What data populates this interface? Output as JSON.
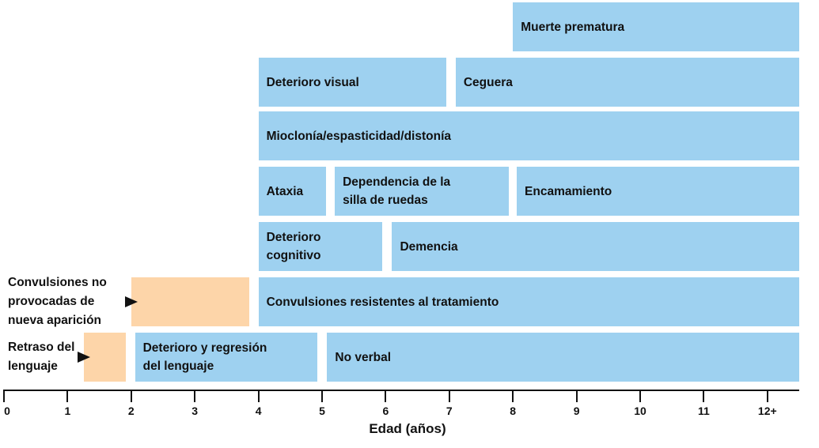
{
  "chart_data": {
    "type": "timeline",
    "xlabel": "Edad (años)",
    "ticks": [
      "0",
      "1",
      "2",
      "3",
      "4",
      "5",
      "6",
      "7",
      "8",
      "9",
      "10",
      "11",
      "12+"
    ],
    "xlim": [
      0,
      12.5
    ],
    "colors": {
      "symptom": "#9ed1f0",
      "early_sign": "#fdd5a9",
      "axis": "#111111"
    },
    "rows": [
      {
        "items": [
          {
            "label": "Muerte prematura",
            "start": 8.0,
            "end": 12.5,
            "kind": "symptom"
          }
        ]
      },
      {
        "items": [
          {
            "label": "Deterioro visual",
            "start": 4.0,
            "end": 6.95,
            "kind": "symptom"
          },
          {
            "label": "Ceguera",
            "start": 7.1,
            "end": 12.5,
            "kind": "symptom"
          }
        ]
      },
      {
        "items": [
          {
            "label": "Mioclonía/espasticidad/distonía",
            "start": 4.0,
            "end": 12.5,
            "kind": "symptom"
          }
        ]
      },
      {
        "items": [
          {
            "label": "Ataxia",
            "start": 4.0,
            "end": 5.06,
            "kind": "symptom"
          },
          {
            "label": "Dependencia de la\nsilla de ruedas",
            "start": 5.2,
            "end": 7.93,
            "kind": "symptom"
          },
          {
            "label": "Encamamiento",
            "start": 8.06,
            "end": 12.5,
            "kind": "symptom"
          }
        ]
      },
      {
        "items": [
          {
            "label": "Deterioro\ncognitivo",
            "start": 4.0,
            "end": 5.95,
            "kind": "symptom"
          },
          {
            "label": "Demencia",
            "start": 6.1,
            "end": 12.5,
            "kind": "symptom"
          }
        ]
      },
      {
        "items": [
          {
            "label": "",
            "start": 2.0,
            "end": 3.86,
            "kind": "early_sign"
          },
          {
            "label": "Convulsiones resistentes al tratamiento",
            "start": 4.0,
            "end": 12.5,
            "kind": "symptom"
          }
        ]
      },
      {
        "items": [
          {
            "label": "",
            "start": 1.25,
            "end": 1.92,
            "kind": "early_sign"
          },
          {
            "label": "Deterioro y regresión\ndel lenguaje",
            "start": 2.06,
            "end": 4.93,
            "kind": "symptom"
          },
          {
            "label": "No verbal",
            "start": 5.08,
            "end": 12.5,
            "kind": "symptom"
          }
        ]
      }
    ],
    "side_labels": [
      {
        "row": 5,
        "text": "Convulsiones no\nprovocadas de\nnueva aparición"
      },
      {
        "row": 6,
        "text": "Retraso del\nlenguaje"
      }
    ]
  }
}
